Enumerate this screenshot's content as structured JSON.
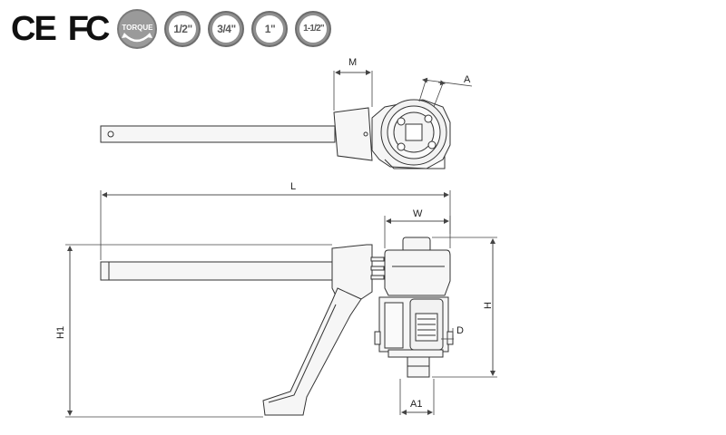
{
  "certifications": {
    "ce": "CE",
    "fc": "FC",
    "torque": "TORQUE",
    "drive_sizes": [
      "1/2\"",
      "3/4\"",
      "1\"",
      "1-1/2\""
    ]
  },
  "dimensions": {
    "M": "M",
    "A": "A",
    "L": "L",
    "W": "W",
    "H": "H",
    "H1": "H1",
    "D": "D",
    "A1": "A1"
  },
  "colors": {
    "outline": "#333333",
    "fill": "#f4f4f4",
    "dim_line": "#444444",
    "badge_gray": "#8f8f8f"
  }
}
